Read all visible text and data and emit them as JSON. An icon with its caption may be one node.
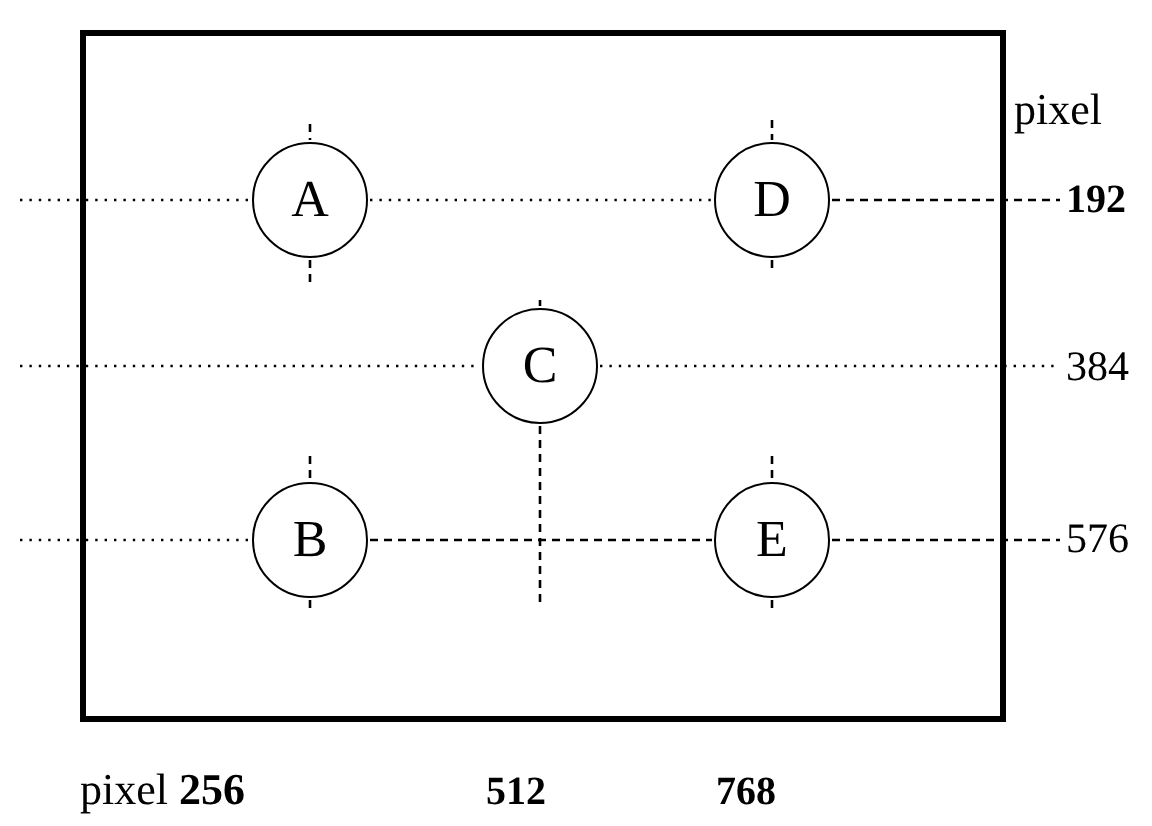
{
  "diagram": {
    "nodes": [
      {
        "text": [],
        "shape": "box"
      },
      {
        "text": [
          "A"
        ],
        "in": 0
      },
      {
        "text": [
          "D"
        ],
        "in": 0
      },
      {
        "text": [
          "C"
        ],
        "in": 0
      },
      {
        "text": [
          "B"
        ],
        "in": 0
      },
      {
        "text": [
          "E"
        ],
        "in": 0
      }
    ],
    "labels": [
      "pixel",
      "192",
      "384",
      "576",
      "pixel **256**",
      "512",
      "768"
    ]
  }
}
